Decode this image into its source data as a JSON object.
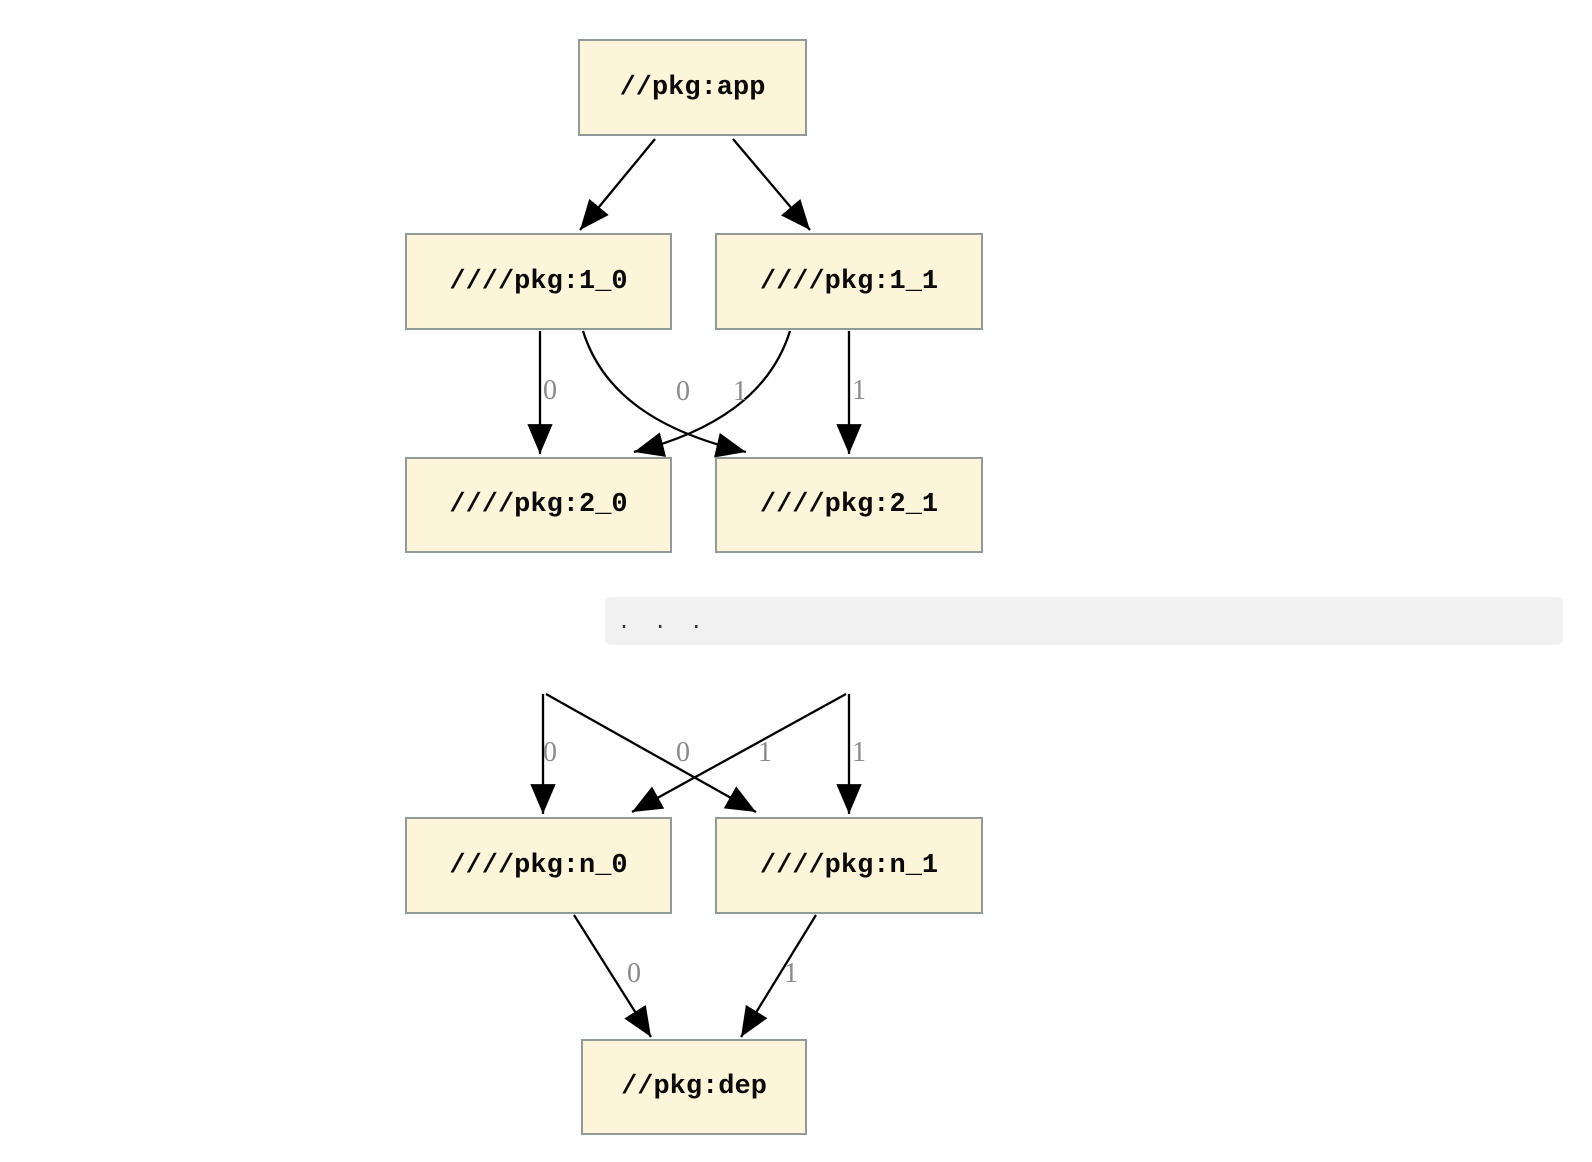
{
  "diagram": {
    "kind": "build-dependency-graph",
    "nodes": {
      "app": {
        "label": "//pkg:app"
      },
      "l1_0": {
        "label": "////pkg:1_0"
      },
      "l1_1": {
        "label": "////pkg:1_1"
      },
      "l2_0": {
        "label": "////pkg:2_0"
      },
      "l2_1": {
        "label": "////pkg:2_1"
      },
      "ln_0": {
        "label": "////pkg:n_0"
      },
      "ln_1": {
        "label": "////pkg:n_1"
      },
      "dep": {
        "label": "//pkg:dep"
      }
    },
    "edge_labels": {
      "upper": [
        "0",
        "0",
        "1",
        "1"
      ],
      "middle": [
        "0",
        "0",
        "1",
        "1"
      ],
      "lower": [
        "0",
        "1"
      ]
    },
    "ellipsis": ".  .  ."
  },
  "colors": {
    "page_bg": "#ffffff",
    "node_fill": "#fdf5da",
    "node_border": "#919999",
    "edge_color": "#000000",
    "edge_label_color": "#8a8a8a",
    "band_bg": "#f1f1f1",
    "band_text_color": "#333333"
  }
}
